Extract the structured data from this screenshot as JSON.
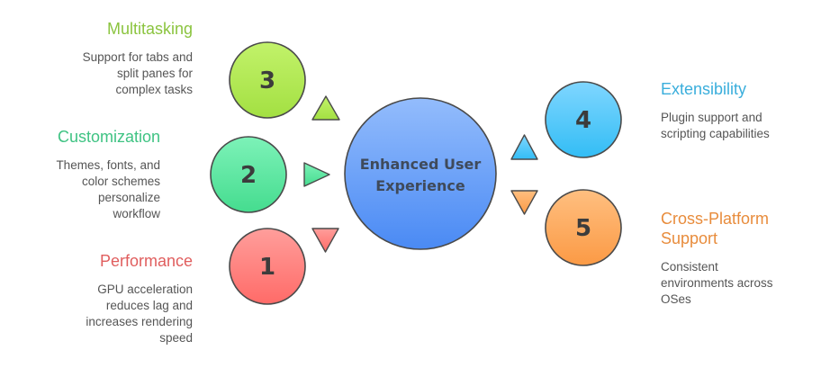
{
  "center": {
    "lines": [
      "Enhanced User",
      "Experience"
    ],
    "colors": {
      "top": "#93bcfc",
      "bottom": "#4a8af4"
    }
  },
  "items": [
    {
      "number": "1",
      "title": [
        "Performance"
      ],
      "description": [
        "GPU acceleration",
        "reduces lag and",
        "increases rendering",
        "speed"
      ],
      "title_color": "#e05e5e",
      "fill_top": "#ff9e9b",
      "fill_bottom": "#ff6b68",
      "pointer": "down",
      "side": "left"
    },
    {
      "number": "2",
      "title": [
        "Customization"
      ],
      "description": [
        "Themes, fonts, and",
        "color schemes",
        "personalize",
        "workflow"
      ],
      "title_color": "#3fc383",
      "fill_top": "#7df2b8",
      "fill_bottom": "#45dc8f",
      "pointer": "right",
      "side": "left"
    },
    {
      "number": "3",
      "title": [
        "Multitasking"
      ],
      "description": [
        "Support for tabs and",
        "split panes for",
        "complex tasks"
      ],
      "title_color": "#8bc43f",
      "fill_top": "#c2f26a",
      "fill_bottom": "#a3e042",
      "pointer": "up",
      "side": "left"
    },
    {
      "number": "4",
      "title": [
        "Extensibility"
      ],
      "description": [
        "Plugin support and",
        "scripting capabilities"
      ],
      "title_color": "#3aaedc",
      "fill_top": "#7fd6ff",
      "fill_bottom": "#33bdf5",
      "pointer": "up",
      "side": "right"
    },
    {
      "number": "5",
      "title": [
        "Cross-Platform",
        "Support"
      ],
      "description": [
        "Consistent",
        "environments across",
        "OSes"
      ],
      "title_color": "#e88c3c",
      "fill_top": "#ffbf80",
      "fill_bottom": "#fb9a45",
      "pointer": "down",
      "side": "right"
    }
  ]
}
